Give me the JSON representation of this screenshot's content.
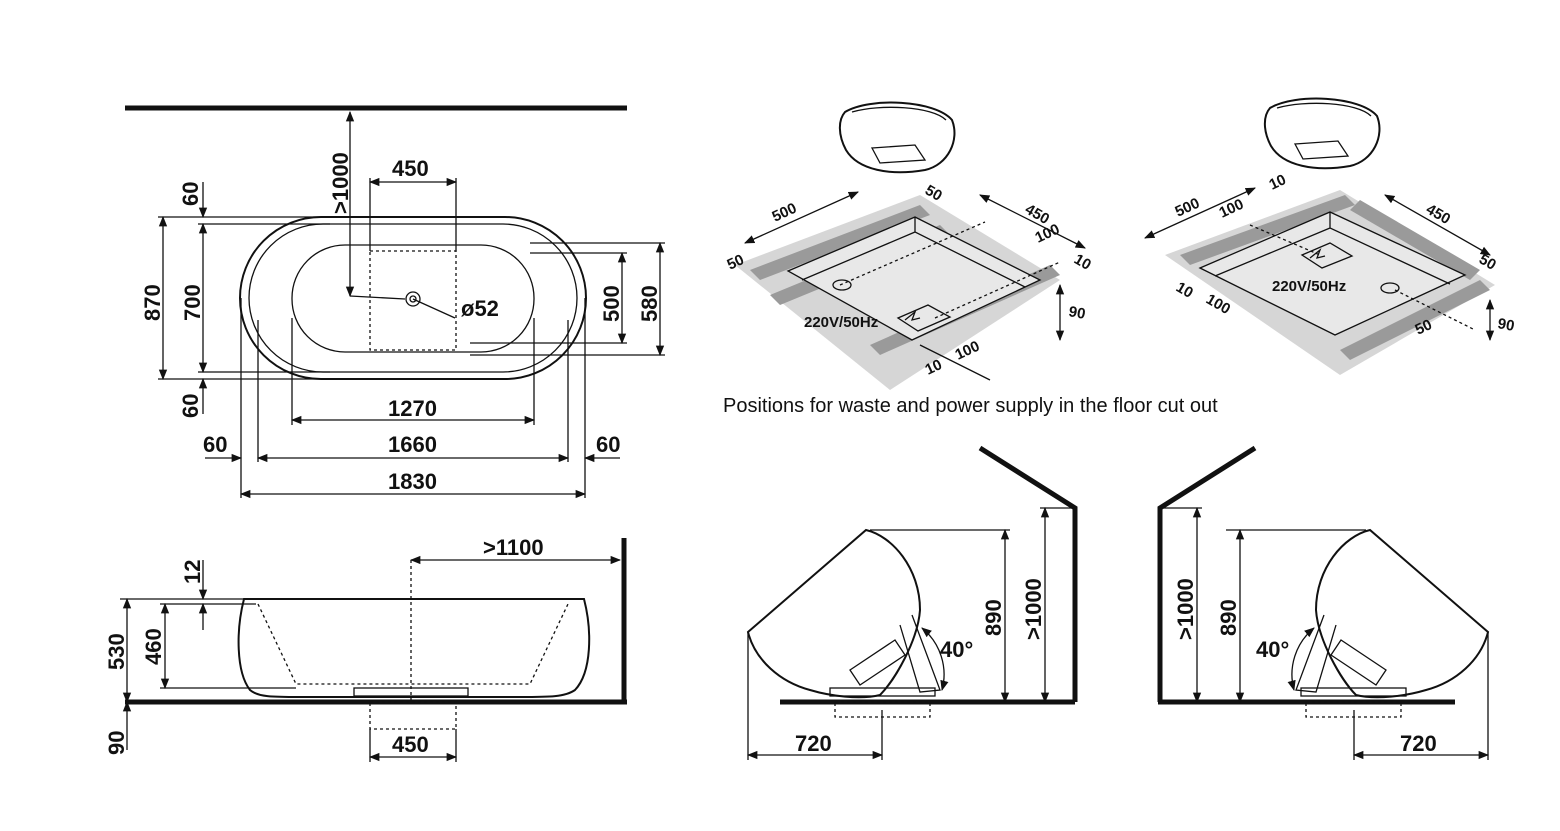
{
  "plan_view": {
    "wall_clearance": ">1000",
    "drain_area_width": "450",
    "top_rim": "60",
    "overall_width": "870",
    "inner_width": "700",
    "bottom_rim": "60",
    "drain_diameter": "ø52",
    "basin_inner_width": "500",
    "basin_outer_width": "580",
    "basin_length": "1270",
    "rim_left": "60",
    "inner_length": "1660",
    "rim_right": "60",
    "overall_length": "1830"
  },
  "side_view": {
    "wall_clearance": ">1100",
    "rim_thickness": "12",
    "total_height": "530",
    "inner_depth": "460",
    "floor_depth": "90",
    "cutout_width": "450"
  },
  "floor_cutout_left": {
    "dims": [
      "500",
      "50",
      "50",
      "450",
      "100",
      "10",
      "90",
      "100",
      "10"
    ],
    "power_label": "220V/50Hz"
  },
  "floor_cutout_right": {
    "dims": [
      "500",
      "100",
      "10",
      "450",
      "50",
      "10",
      "100",
      "50",
      "90"
    ],
    "power_label": "220V/50Hz"
  },
  "caption": "Positions for waste and power supply in the floor cut out",
  "tilt_left": {
    "height_890": "890",
    "wall_height": ">1000",
    "angle": "40°",
    "base_width": "720"
  },
  "tilt_right": {
    "height_890": "890",
    "wall_height": ">1000",
    "angle": "40°",
    "base_width": "720"
  },
  "colors": {
    "line": "#111111",
    "floor_shade": "#9a9a9a",
    "floor_light": "#d6d6d6"
  }
}
